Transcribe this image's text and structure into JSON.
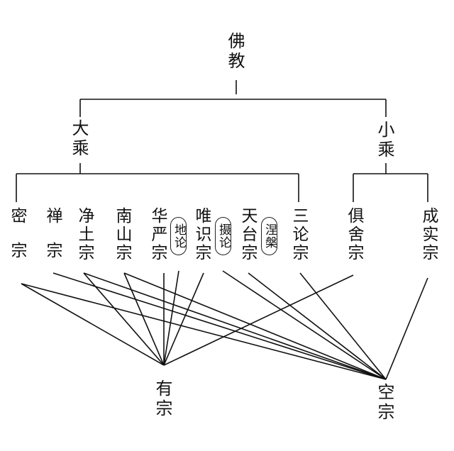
{
  "root": "佛教",
  "branches": {
    "mahayana": "大乘",
    "hinayana": "小乘"
  },
  "schools": {
    "mi": "密宗",
    "chan": "禅宗",
    "jingtu": "净土宗",
    "nanshan": "南山宗",
    "huayan": "华严宗",
    "dilun": "地论",
    "weishi": "唯识宗",
    "shelun": "摄论",
    "tiantai": "天台宗",
    "niepan": "涅槃",
    "sanlun": "三论宗",
    "jushe": "俱舍宗",
    "chengshi": "成实宗"
  },
  "categories": {
    "you": "有宗",
    "kong": "空宗"
  }
}
